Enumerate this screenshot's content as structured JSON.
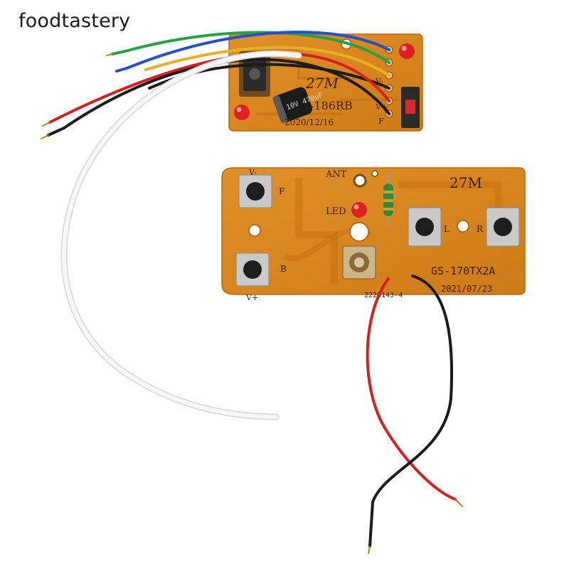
{
  "watermark": "foodtastery",
  "receiver_board": {
    "freq": "27M",
    "model": "-186RB",
    "date": "2020/12/16",
    "pin_labels": [
      "V-",
      "V+",
      "F"
    ],
    "capacitor": "10V 470uF"
  },
  "transmitter_board": {
    "freq": "27M",
    "ant_label": "ANT",
    "led_label": "LED",
    "model": "GS-170TX2A",
    "date": "2021/07/23",
    "serial": "2220143-4",
    "button_labels": {
      "f": "F",
      "b": "B",
      "l": "L",
      "r": "R"
    },
    "power_labels": {
      "neg": "V-",
      "pos": "V+"
    }
  },
  "colors": {
    "pcb": "#d9821c",
    "pcb_trace": "#c46f10",
    "wire_red": "#d42020",
    "wire_black": "#1c1c1c",
    "wire_white": "#f2f2f2",
    "wire_blue": "#2450c8",
    "wire_green": "#28a048",
    "wire_yellow": "#e8b020"
  }
}
